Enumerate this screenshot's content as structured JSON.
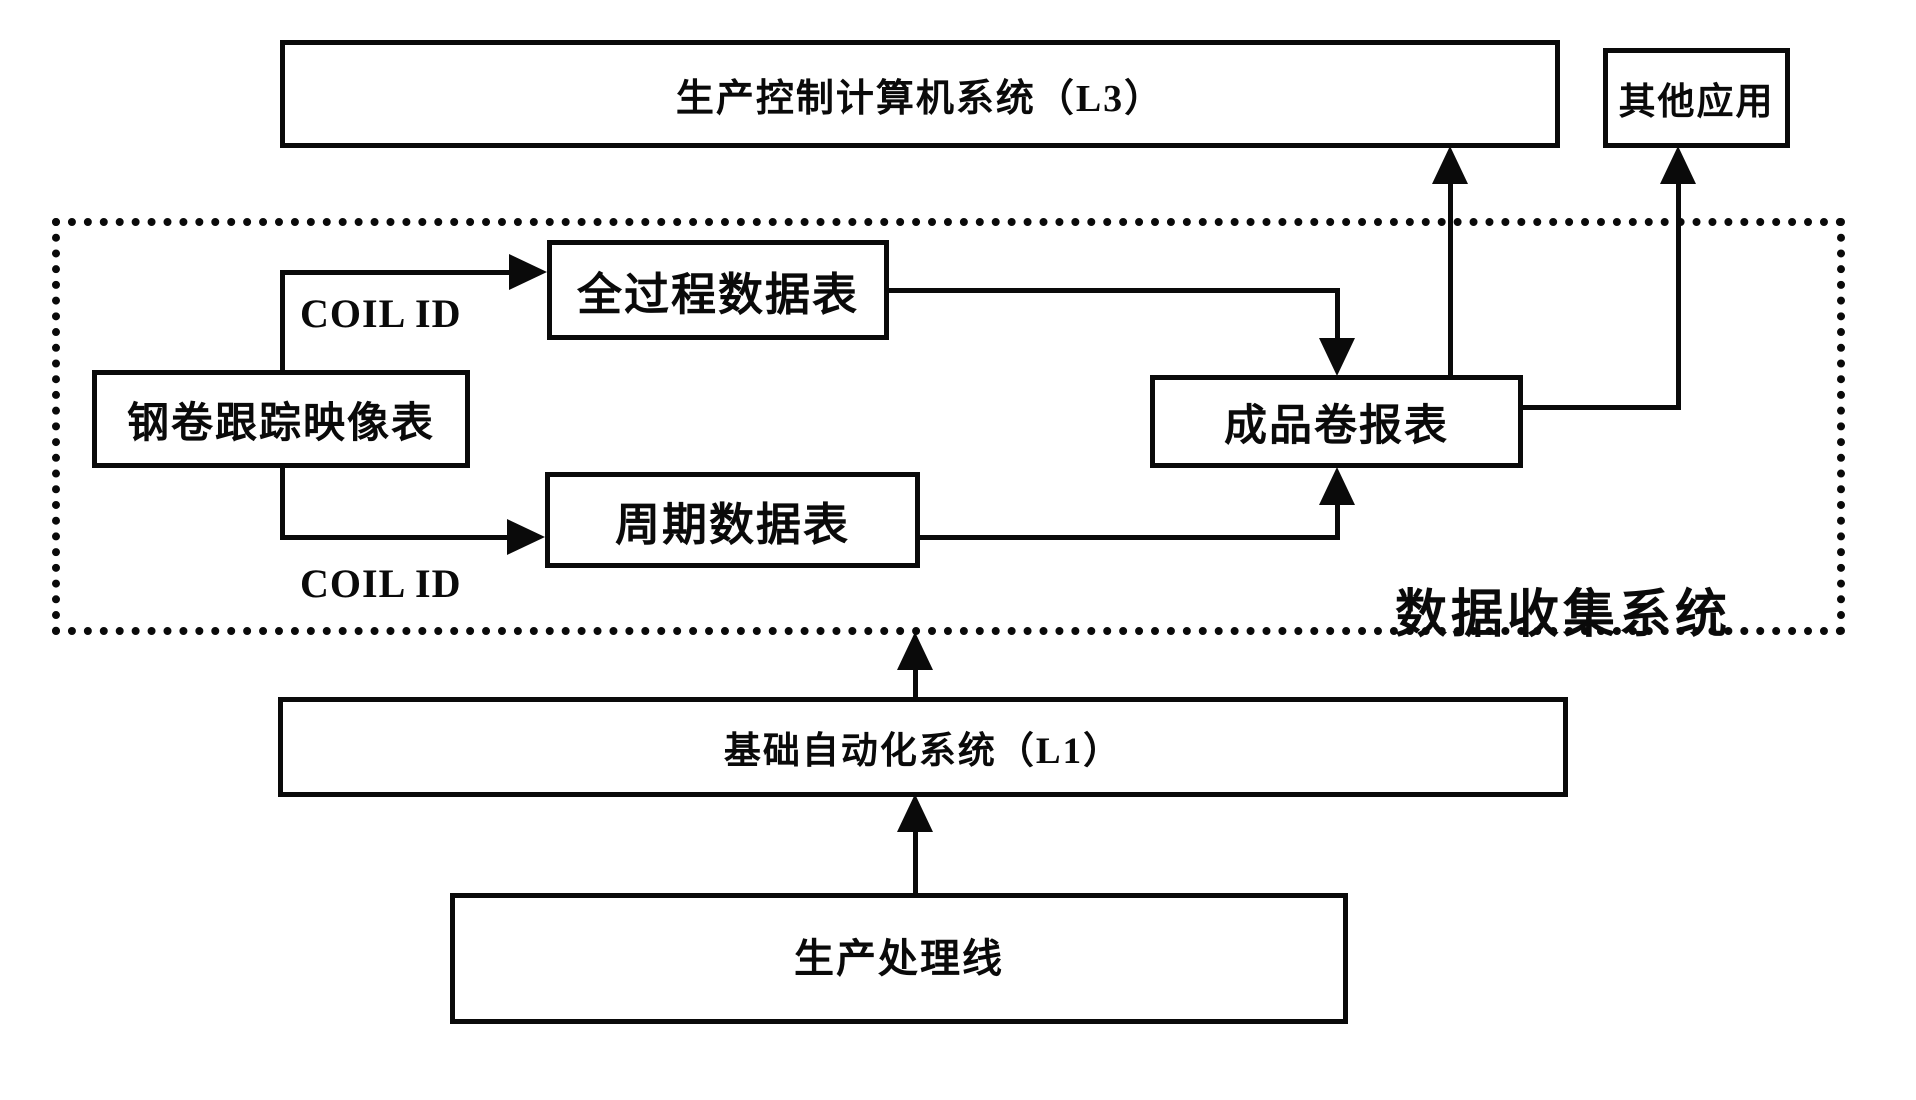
{
  "diagram": {
    "title_hint": "数据收集系统结构图",
    "colors": {
      "ink": "#0a0a0a",
      "paper": "#ffffff"
    },
    "boxes": {
      "l3": {
        "label": "生产控制计算机系统（L3）"
      },
      "other_apps": {
        "label": "其他应用"
      },
      "full_process_table": {
        "label": "全过程数据表"
      },
      "coil_tracking_table": {
        "label": "钢卷跟踪映像表"
      },
      "cycle_data_table": {
        "label": "周期数据表"
      },
      "finished_coil_report": {
        "label": "成品卷报表"
      },
      "l1": {
        "label": "基础自动化系统（L1）"
      },
      "production_line": {
        "label": "生产处理线"
      }
    },
    "labels": {
      "coil_id_top": "COIL ID",
      "coil_id_bottom": "COIL ID",
      "data_collection_system": "数据收集系统"
    }
  }
}
